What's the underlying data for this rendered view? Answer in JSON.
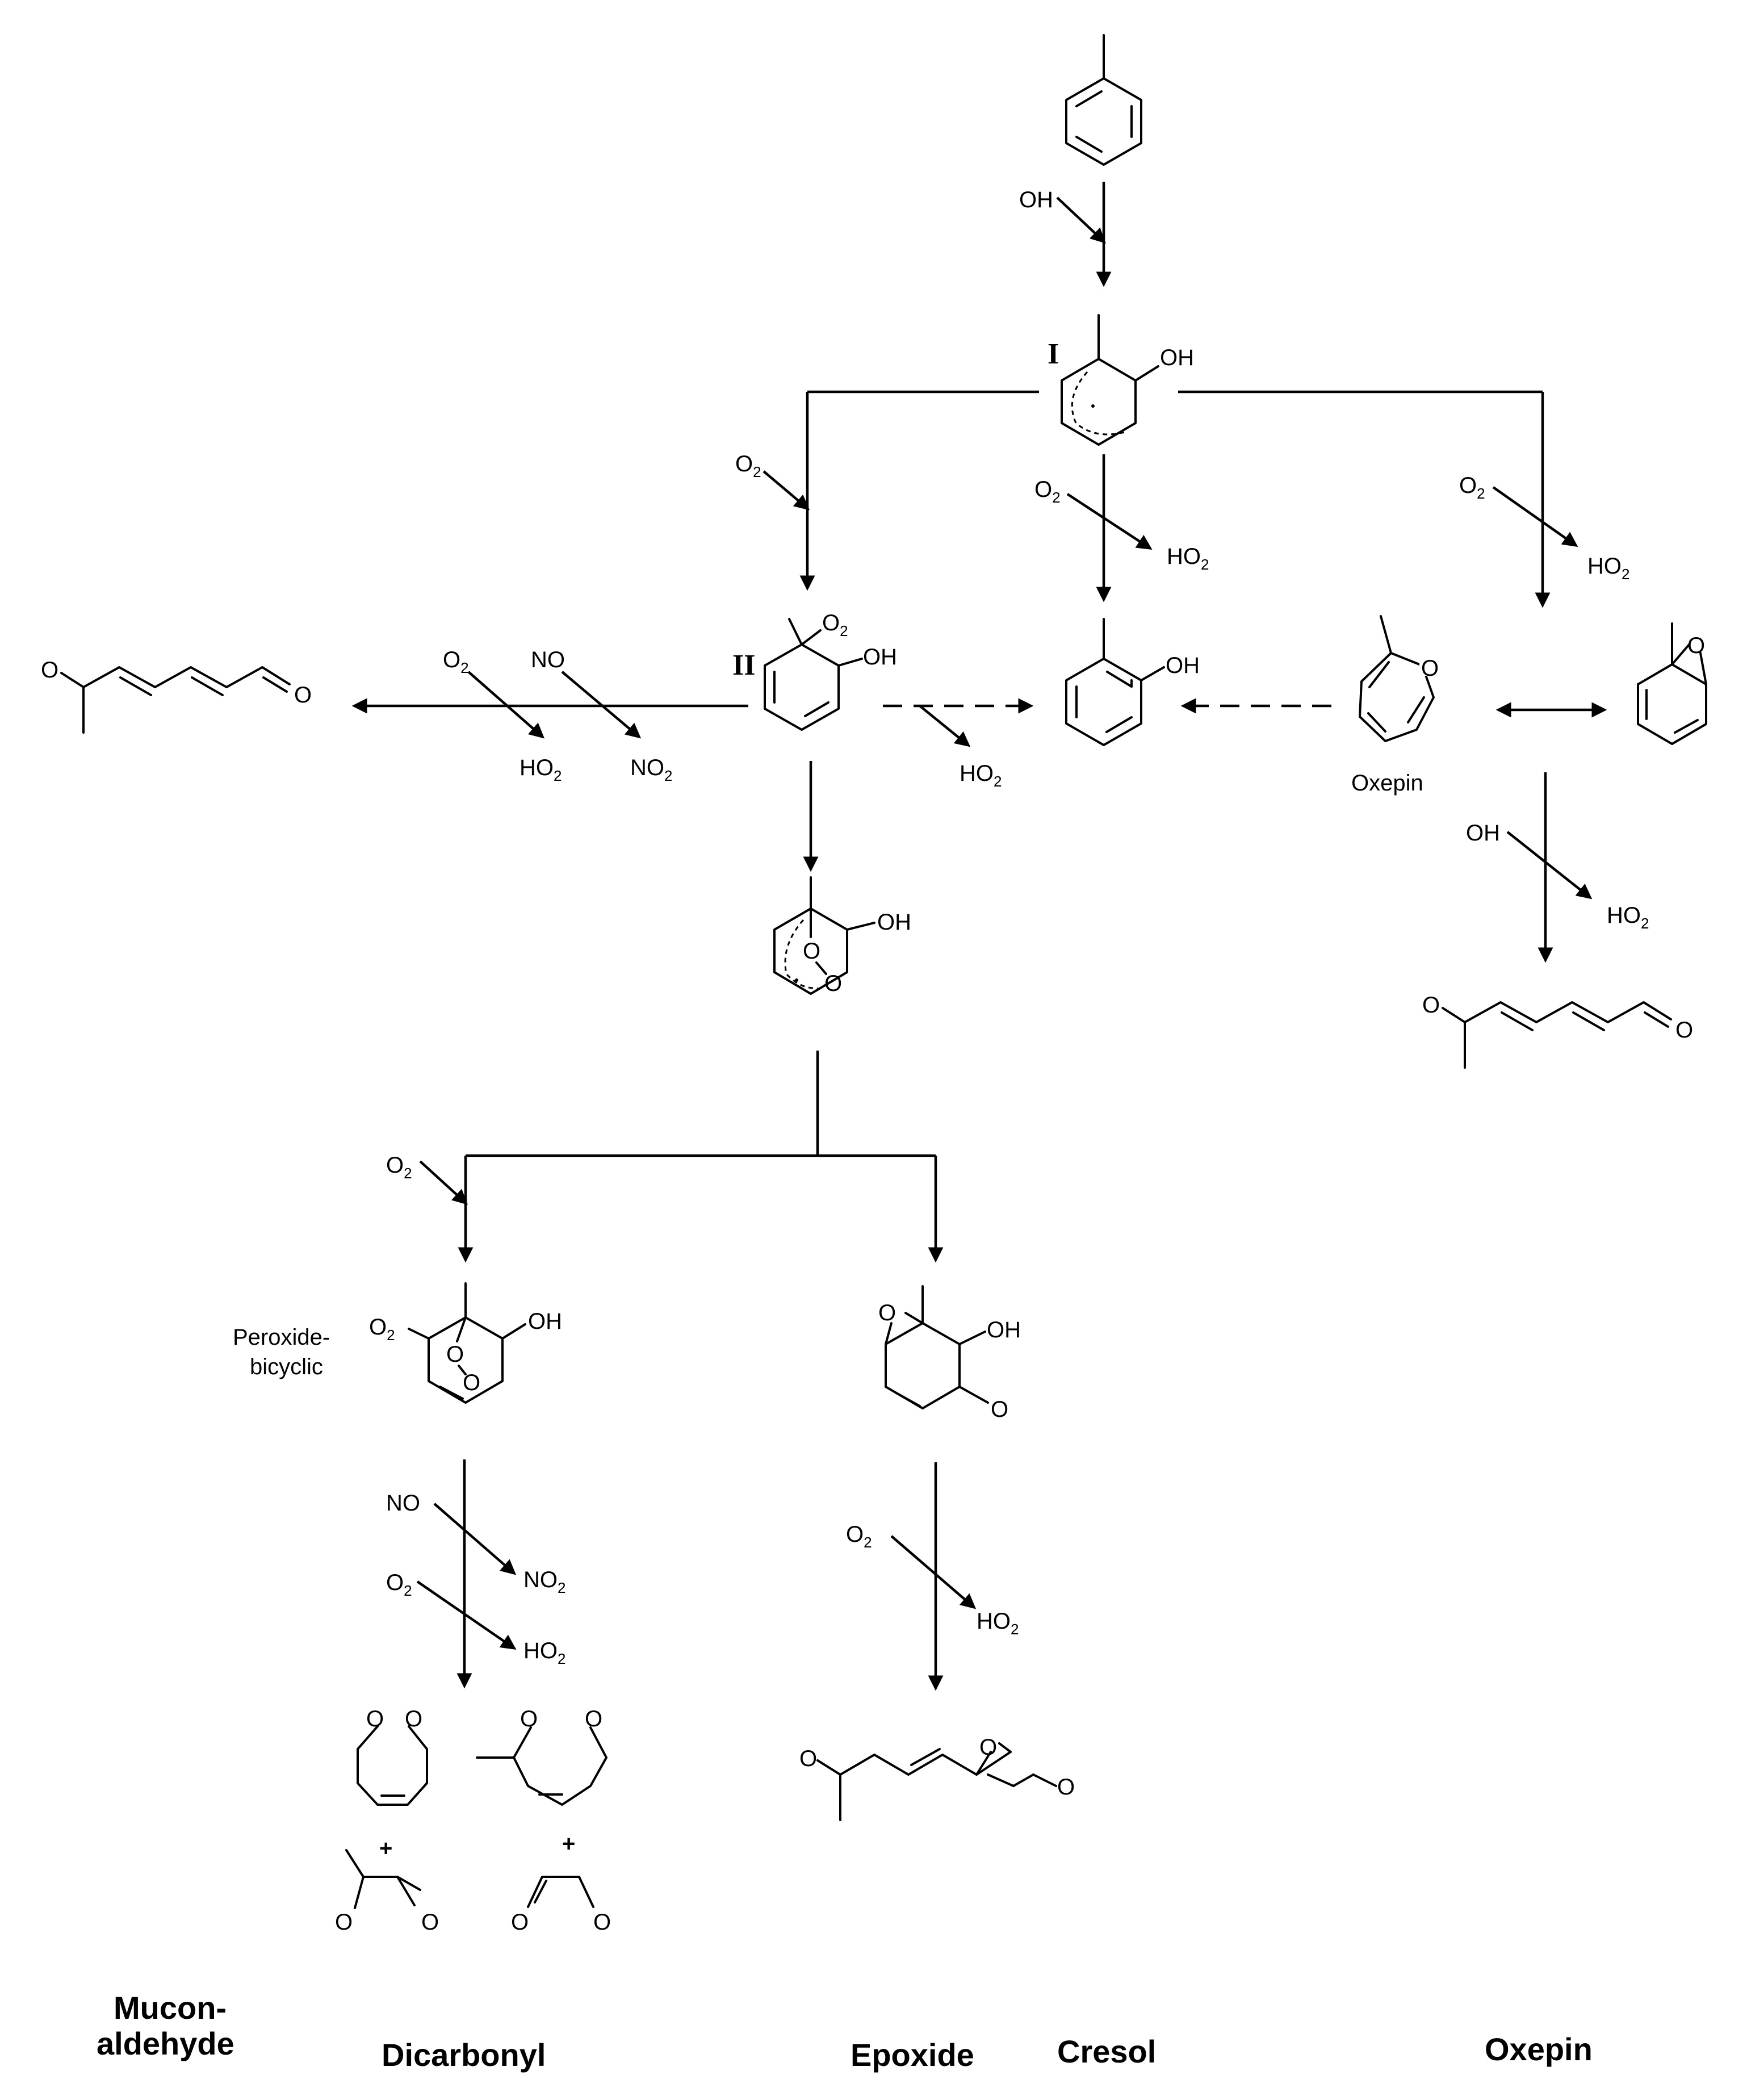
{
  "labels": {
    "intermediate_1": "I",
    "intermediate_2": "II",
    "oxepin_name": "Oxepin",
    "peroxide_bicyclic_1": "Peroxide-",
    "peroxide_bicyclic_2": "bicyclic",
    "plus": "+"
  },
  "reagents": {
    "oh": "OH",
    "o2": "O",
    "ho2": "HO",
    "no": "NO",
    "no2": "NO",
    "sub2": "2"
  },
  "atoms": {
    "O": "O",
    "OH": "OH",
    "O2": "O",
    "sub2": "2"
  },
  "categories": {
    "mucon_1": "Mucon-",
    "mucon_2": "aldehyde",
    "dicarbonyl": "Dicarbonyl",
    "epoxide": "Epoxide",
    "cresol": "Cresol",
    "oxepin": "Oxepin"
  }
}
